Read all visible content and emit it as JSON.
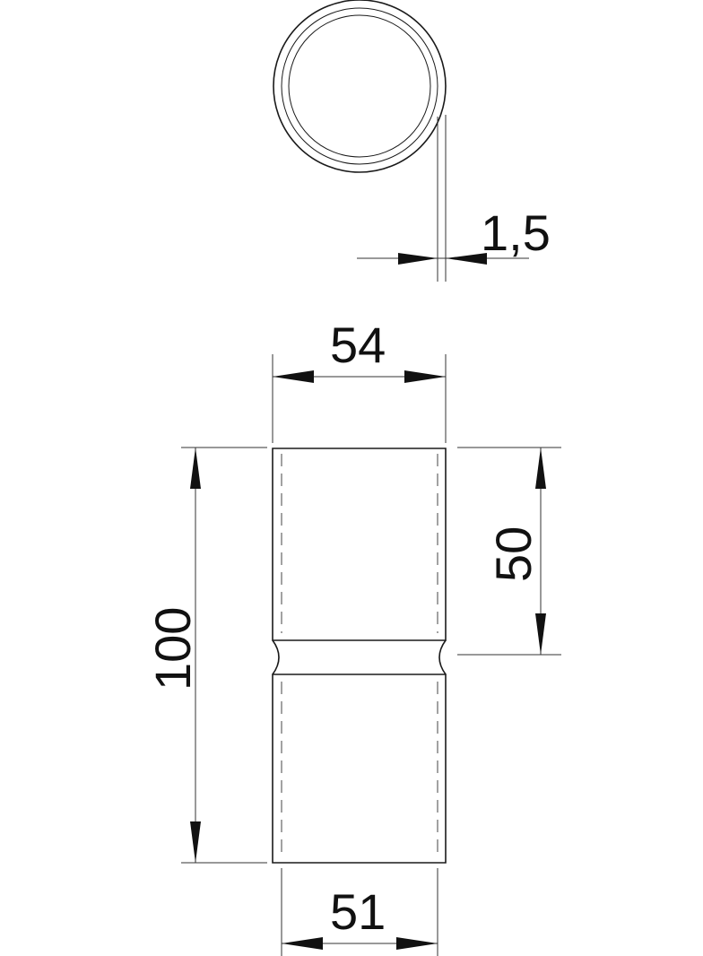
{
  "drawing": {
    "title": "Pipe coupling / connection sleeve technical drawing",
    "views": [
      "top-view-ring",
      "side-view-sleeve"
    ],
    "colors": {
      "line": "#1a1a1a",
      "background": "#ffffff"
    }
  },
  "dimensions": {
    "wall_thickness": {
      "label": "1,5",
      "value": 1.5,
      "unit": "mm"
    },
    "outer_diameter": {
      "label": "54",
      "value": 54,
      "unit": "mm"
    },
    "total_length": {
      "label": "100",
      "value": 100,
      "unit": "mm"
    },
    "insertion_depth": {
      "label": "50",
      "value": 50,
      "unit": "mm"
    },
    "inner_diameter": {
      "label": "51",
      "value": 51,
      "unit": "mm"
    }
  }
}
